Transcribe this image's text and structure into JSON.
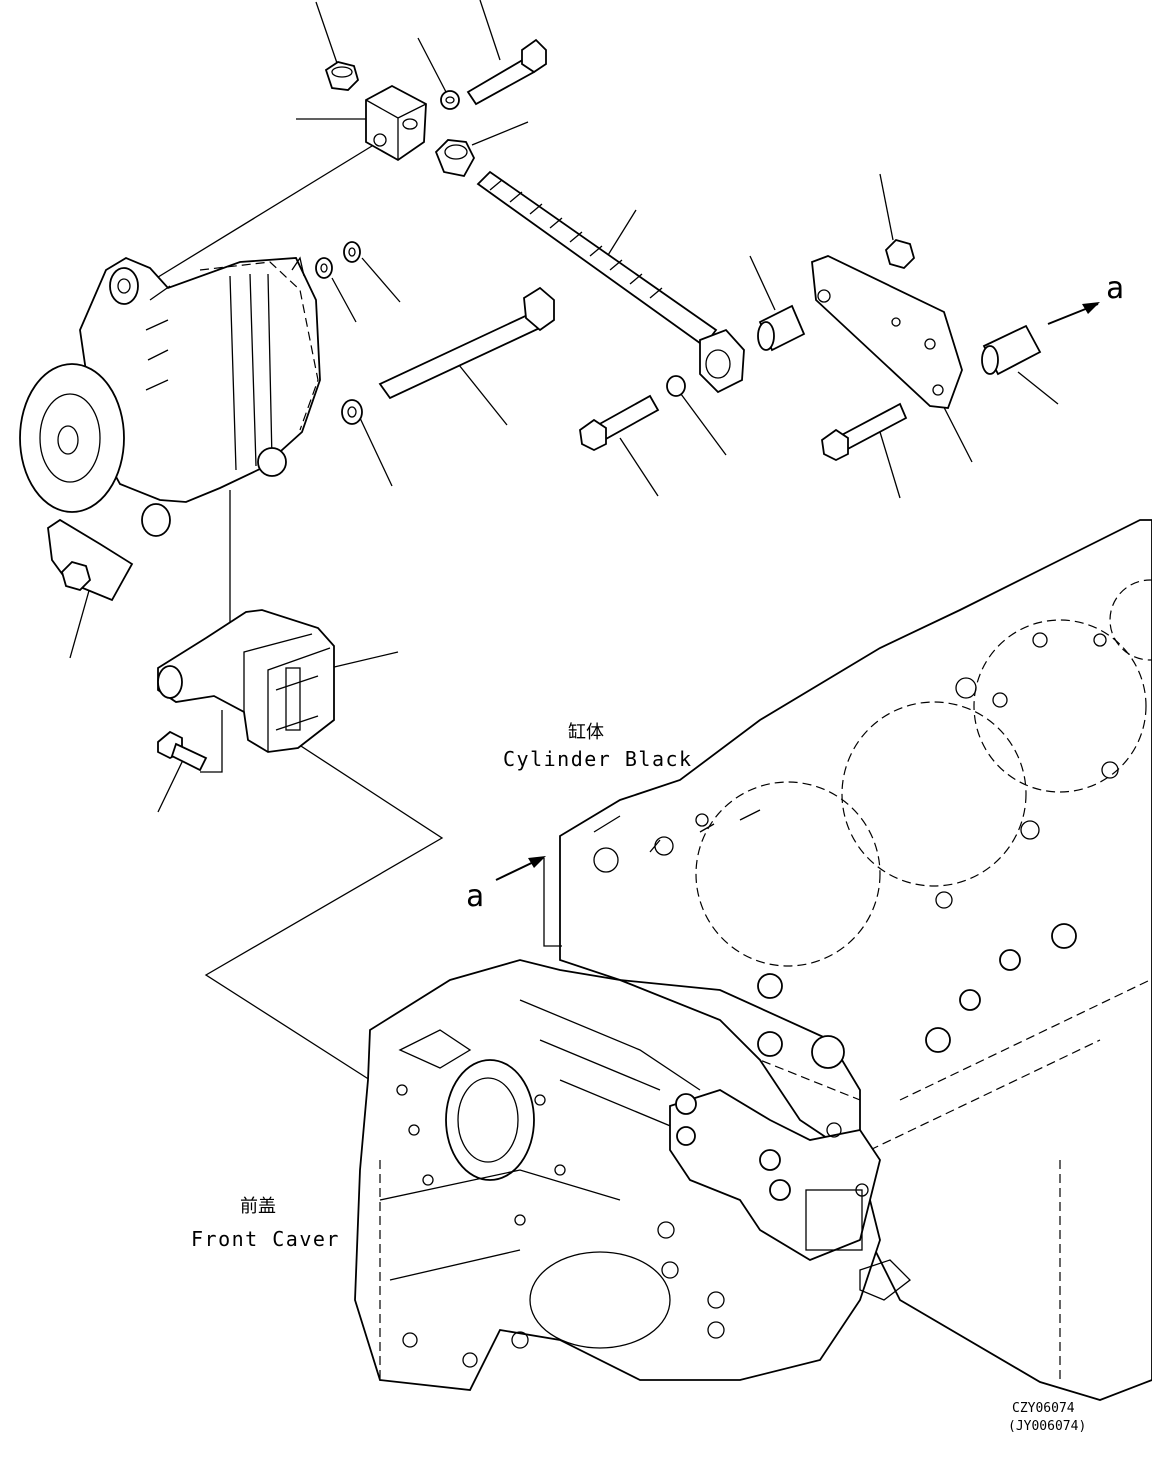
{
  "labels": {
    "cylinder_block_cn": "缸体",
    "cylinder_block_en": "Cylinder Black",
    "front_cover_cn": "前盖",
    "front_cover_en": "Front Caver",
    "view_arrow_top": "a",
    "view_arrow_mid": "a"
  },
  "drawing_codes": {
    "primary": "CZY06074",
    "secondary": "(JY006074)"
  }
}
